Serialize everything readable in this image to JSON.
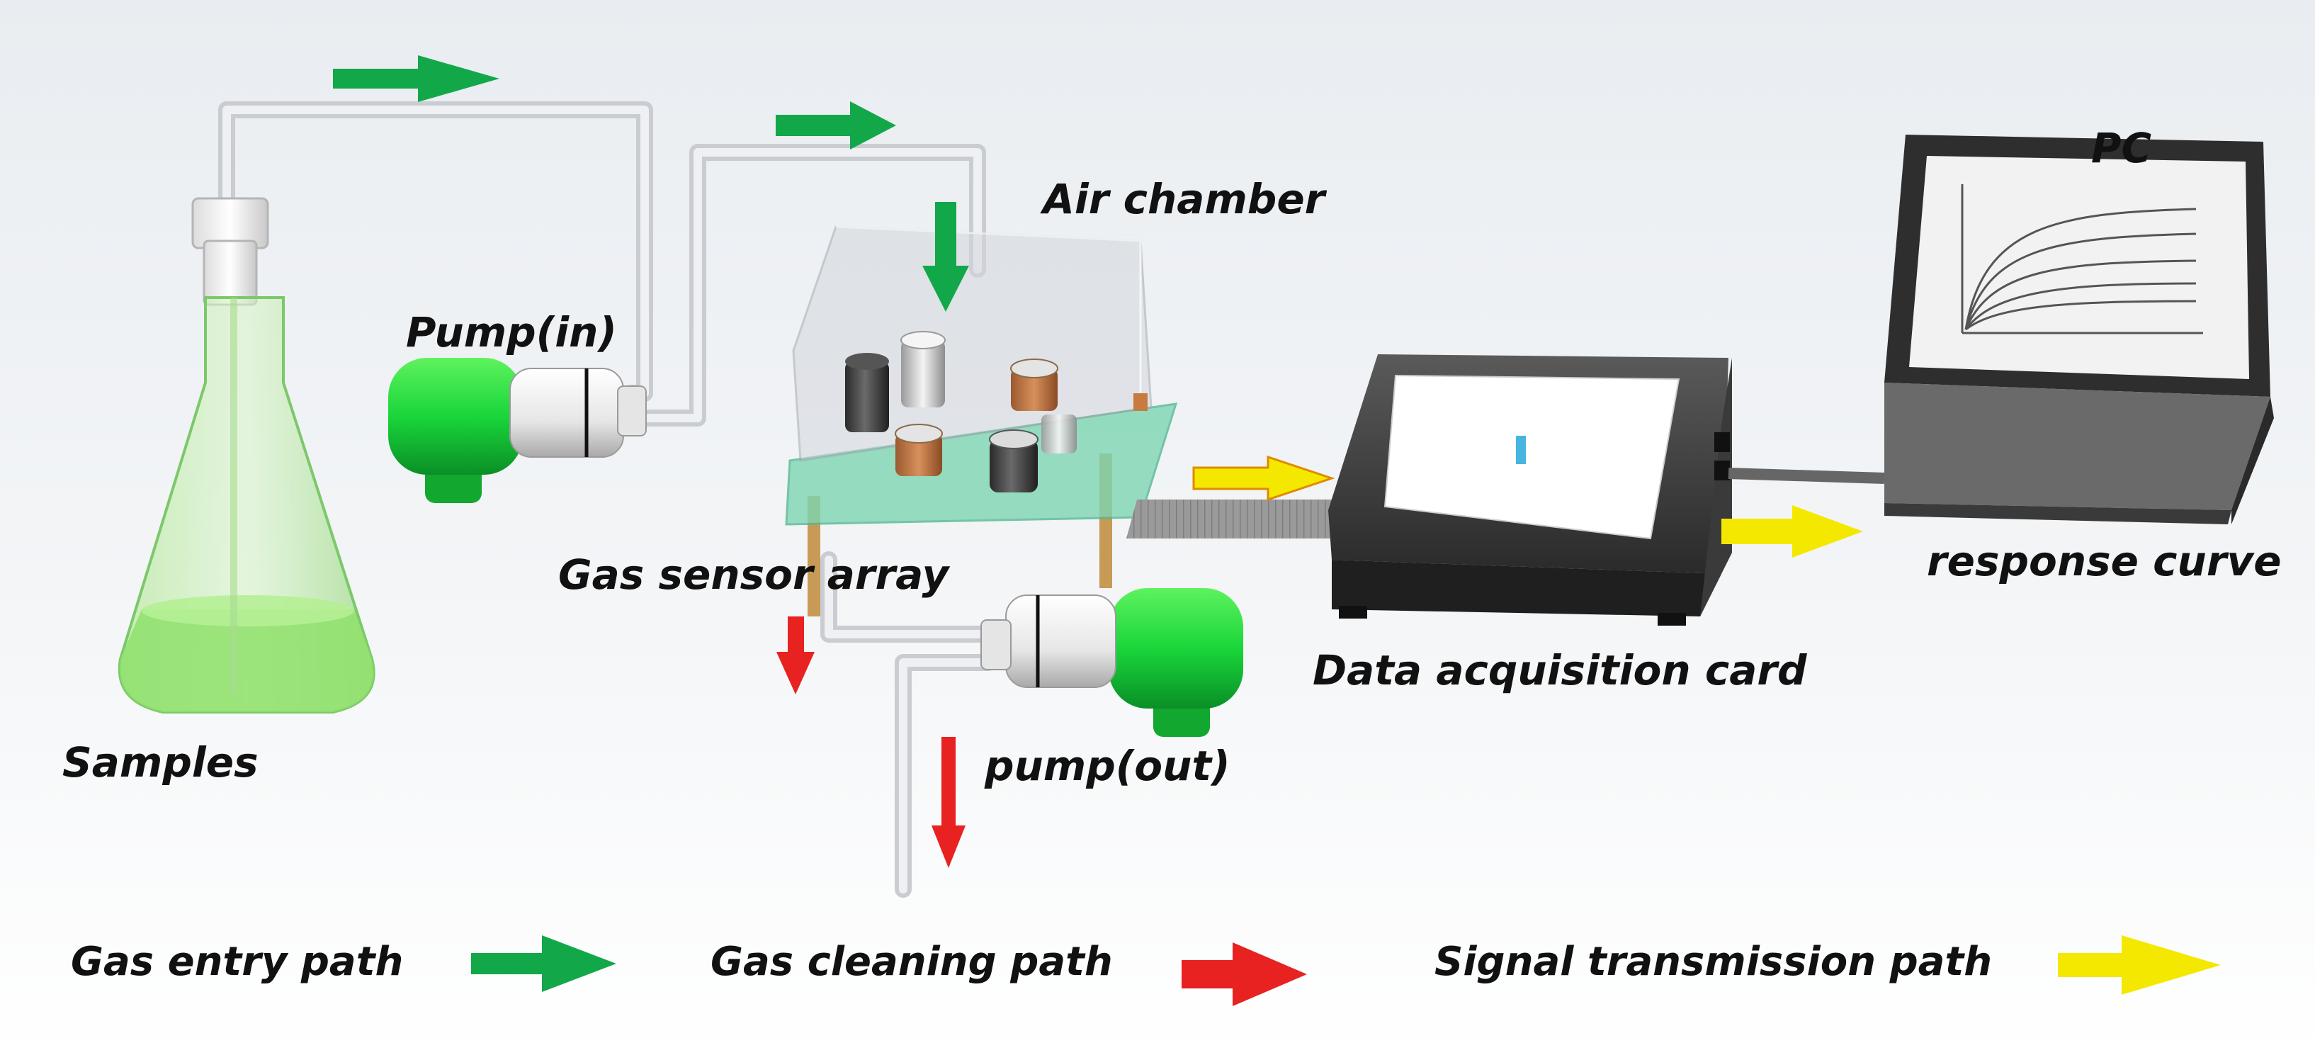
{
  "diagram": {
    "labels": {
      "samples": "Samples",
      "pump_in": "Pump(in)",
      "air_chamber": "Air chamber",
      "gas_sensor_array": "Gas sensor array",
      "pump_out": "pump(out)",
      "data_acquisition_card": "Data acquisition card",
      "pc": "PC",
      "response_curve": "response curve"
    },
    "legend": [
      {
        "label": "Gas entry path",
        "color": "#12a84a"
      },
      {
        "label": "Gas cleaning path",
        "color": "#e82121"
      },
      {
        "label": "Signal transmission path",
        "color": "#f2e600"
      }
    ],
    "colors": {
      "gas_entry": "#12a84a",
      "gas_cleaning": "#e82121",
      "signal": "#f2e600",
      "pump_body": "#19d63a",
      "flask_liquid": "#8ee06a",
      "device_dark": "#2f2f2f"
    }
  }
}
